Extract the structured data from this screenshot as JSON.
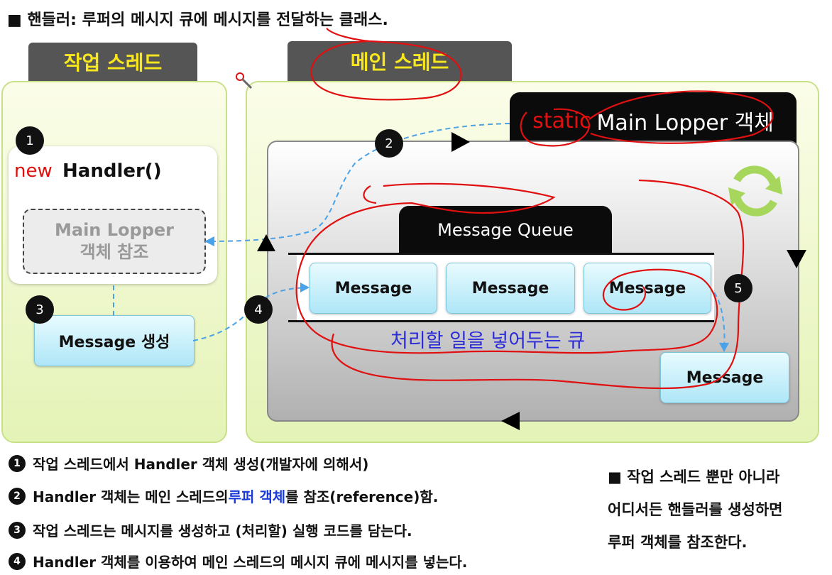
{
  "title": "■ 핸들러: 루퍼의 메시지 큐에 메시지를 전달하는 클래스.",
  "tabs": {
    "worker": "작업 스레드",
    "main": "메인 스레드"
  },
  "main_looper": {
    "static_word": "static",
    "label": "Main Lopper 객체"
  },
  "handler": {
    "new_word": "new",
    "name": "Handler()",
    "ref_line1": "Main Lopper",
    "ref_line2": "객체 참조"
  },
  "message_create": "Message 생성",
  "queue": {
    "title": "Message Queue",
    "messages": [
      "Message",
      "Message",
      "Message"
    ],
    "caption": "처리할 일을 넣어두는 큐"
  },
  "dispatched_message": "Message",
  "steps": [
    "1",
    "2",
    "3",
    "4",
    "5"
  ],
  "notes": [
    {
      "num": "1",
      "text": "작업 스레드에서 Handler 객체 생성(개발자에 의해서)"
    },
    {
      "num": "2",
      "text_before": "Handler 객체는 메인 스레드의 ",
      "highlight": "루퍼 객체",
      "text_after": "를 참조(reference)함."
    },
    {
      "num": "3",
      "text": "작업 스레드는 메시지를 생성하고 (처리할) 실행 코드를 담는다."
    },
    {
      "num": "4",
      "text": "Handler 객체를 이용하여 메인 스레드의 메시지 큐에 메시지를 넣는다."
    }
  ],
  "side_note": [
    "■ 작업 스레드 뿐만 아니라",
    "어디서든 핸들러를 생성하면",
    "루퍼 객체를 참조한다."
  ],
  "colors": {
    "tab_text": "#f8e71c",
    "red": "#e01010",
    "highlight_blue": "#1a3ad8",
    "caption_blue": "#2b2bd8",
    "dash_blue": "#4aa3e8"
  }
}
